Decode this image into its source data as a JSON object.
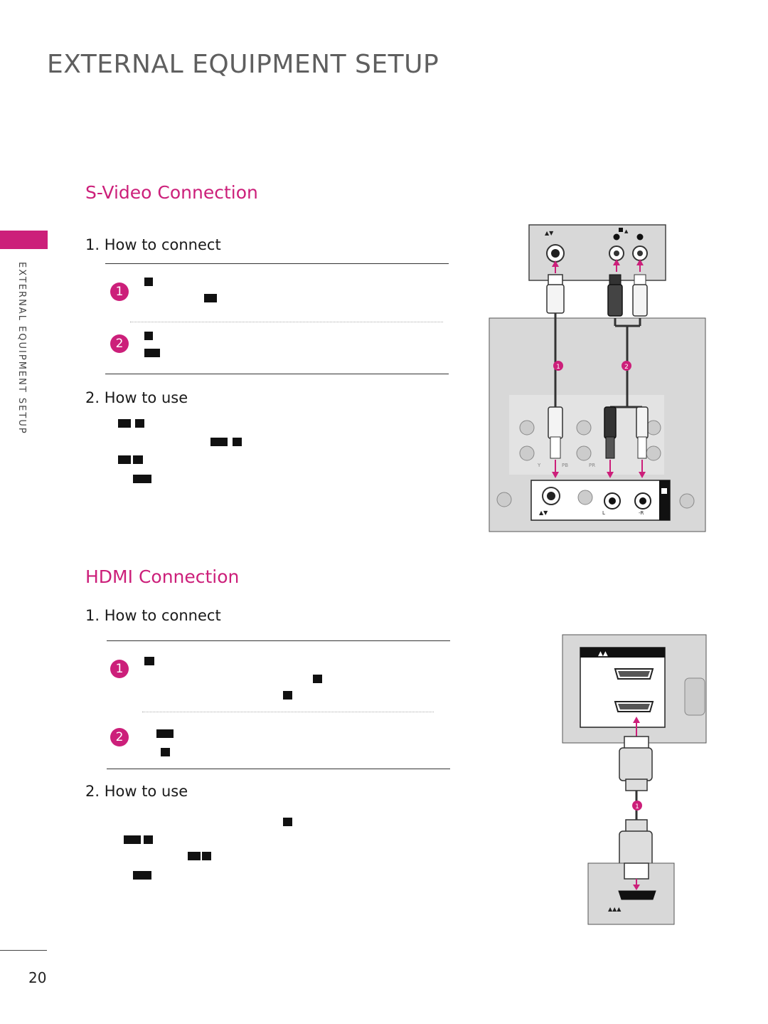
{
  "page": {
    "title": "EXTERNAL EQUIPMENT SETUP",
    "side_label": "EXTERNAL EQUIPMENT SETUP",
    "page_number": "20"
  },
  "svideo": {
    "heading": "S-Video Connection",
    "connect_heading": "1. How to connect",
    "use_heading": "2. How to use",
    "steps": [
      "1",
      "2"
    ],
    "diagram": {
      "markers": [
        "1",
        "2"
      ],
      "jack_labels": {
        "l": "L",
        "r": "-R",
        "y": "Y",
        "pb": "PB",
        "pr": "PR"
      }
    }
  },
  "hdmi": {
    "heading": "HDMI Connection",
    "connect_heading": "1. How to connect",
    "use_heading": "2. How to use",
    "steps": [
      "1",
      "2"
    ],
    "diagram": {
      "markers": [
        "1"
      ]
    }
  },
  "colors": {
    "accent": "#cc1f7a",
    "panel": "#d8d8d8",
    "ink": "#111111"
  }
}
